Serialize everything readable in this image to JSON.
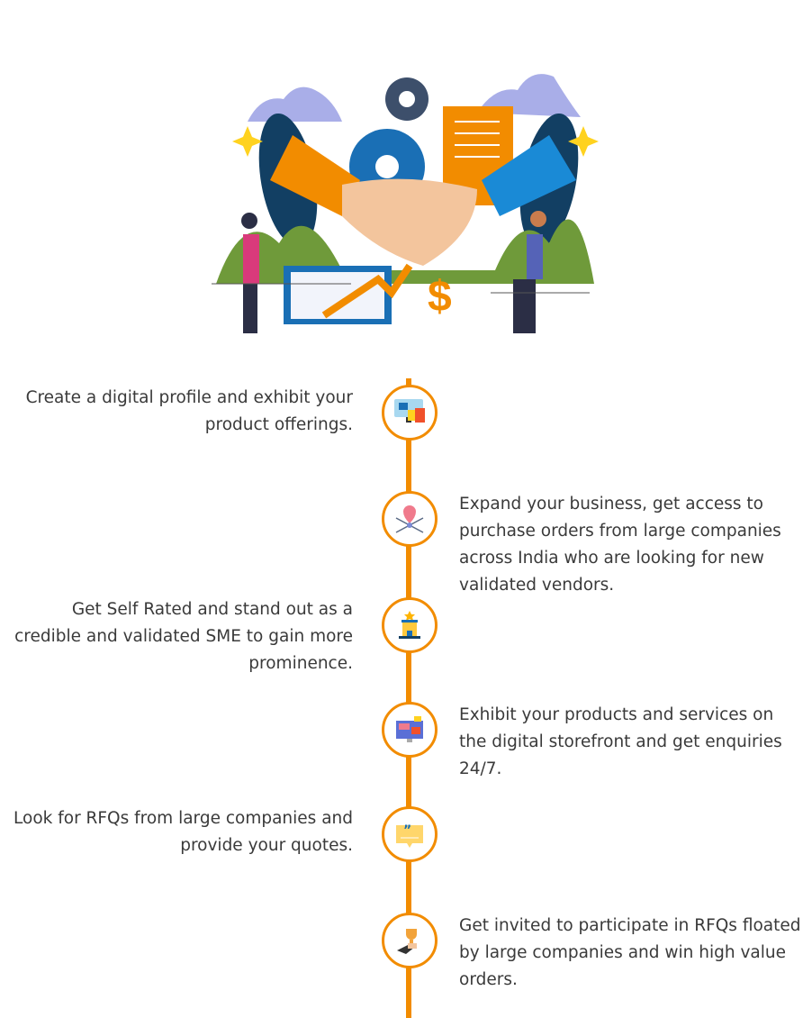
{
  "hero": {
    "image": "handshake-business-illustration",
    "brand_orange": "#f28c00"
  },
  "timeline": [
    {
      "side": "left",
      "icon": "online-shop-icon",
      "text": "Create a digital profile and exhibit your product offerings."
    },
    {
      "side": "right",
      "icon": "location-expand-icon",
      "text": "Expand your business, get access to purchase orders from large companies across India who are looking for new validated vendors."
    },
    {
      "side": "left",
      "icon": "rated-building-icon",
      "text": "Get Self Rated and stand out as a credible and validated SME to gain more prominence."
    },
    {
      "side": "right",
      "icon": "digital-storefront-icon",
      "text": "Exhibit your products and services on the digital storefront and get enquiries 24/7."
    },
    {
      "side": "left",
      "icon": "quote-message-icon",
      "text": "Look for RFQs from large companies and provide your quotes."
    },
    {
      "side": "right",
      "icon": "trophy-win-icon",
      "text": "Get invited to participate in RFQs floated by large companies and win high value orders."
    }
  ]
}
